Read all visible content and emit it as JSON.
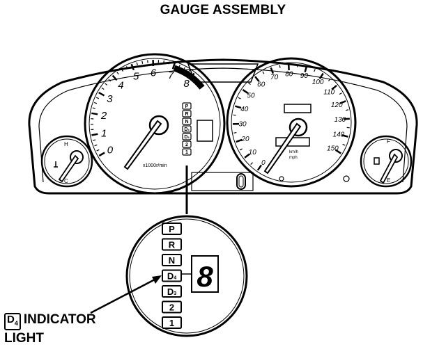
{
  "title": "GAUGE ASSEMBLY",
  "tachometer": {
    "numbers": [
      "0",
      "1",
      "2",
      "3",
      "4",
      "5",
      "6",
      "7",
      "8"
    ],
    "unit": "x1000r/min"
  },
  "speedometer": {
    "mph_numbers": [
      "0",
      "10",
      "20",
      "30",
      "40",
      "50",
      "60",
      "70",
      "80",
      "90",
      "100",
      "110",
      "120",
      "130",
      "140",
      "150"
    ],
    "unit_km": "km/h",
    "unit_mph": "mph"
  },
  "temp_gauge": {
    "hot": "H",
    "cold": "C"
  },
  "fuel_gauge": {
    "full": "F",
    "empty": "E"
  },
  "gear_positions": [
    "P",
    "R",
    "N",
    "D4",
    "D3",
    "2",
    "1"
  ],
  "gear_digit": "8",
  "callout": {
    "badge_letter": "D",
    "badge_sub": "4",
    "line1": "INDICATOR",
    "line2": "LIGHT"
  }
}
